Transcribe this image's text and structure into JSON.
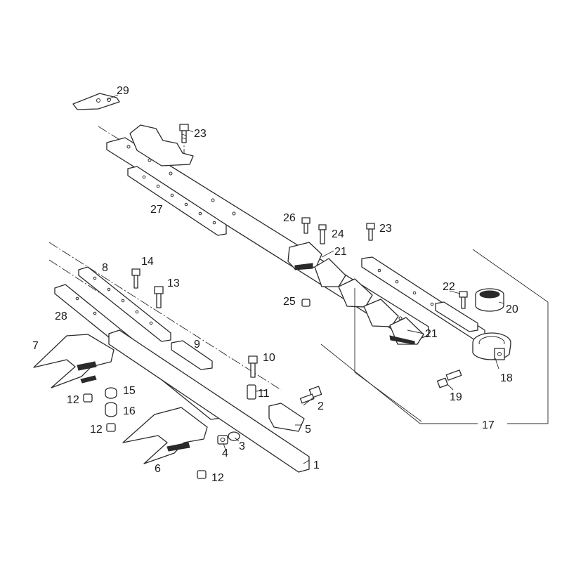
{
  "labels": {
    "l1": "1",
    "l2": "2",
    "l3": "3",
    "l4": "4",
    "l5": "5",
    "l6": "6",
    "l7": "7",
    "l8": "8",
    "l9": "9",
    "l10": "10",
    "l11": "11",
    "l12a": "12",
    "l12b": "12",
    "l12c": "12",
    "l13": "13",
    "l14": "14",
    "l15": "15",
    "l16": "16",
    "l17": "17",
    "l18": "18",
    "l19": "19",
    "l20": "20",
    "l21a": "21",
    "l21b": "21",
    "l22": "22",
    "l23a": "23",
    "l23b": "23",
    "l24": "24",
    "l25": "25",
    "l26": "26",
    "l27": "27",
    "l28": "28",
    "l29": "29"
  }
}
